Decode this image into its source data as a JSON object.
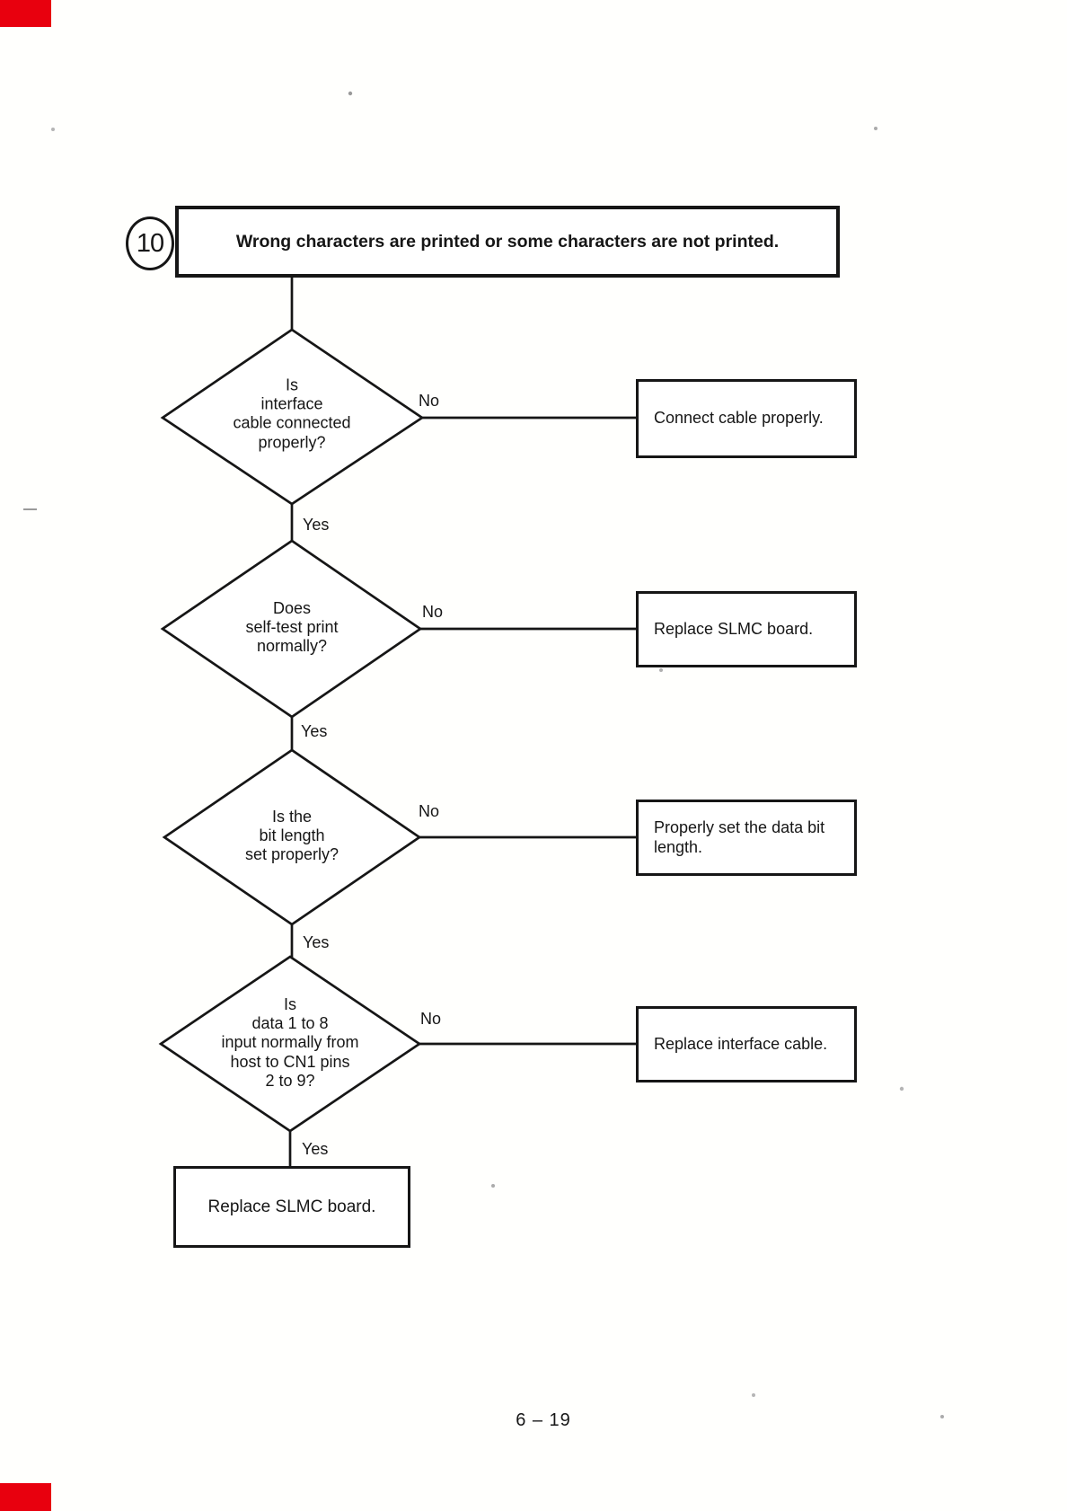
{
  "page": {
    "number": "6 – 19"
  },
  "flowchart": {
    "step_number": "10",
    "title": "Wrong characters are printed or some characters are not printed.",
    "decisions": [
      {
        "question": "Is\ninterface\ncable connected\nproperly?",
        "no_label": "No",
        "yes_label": "Yes",
        "no_action": "Connect cable properly."
      },
      {
        "question": "Does\nself-test print\nnormally?",
        "no_label": "No",
        "yes_label": "Yes",
        "no_action": "Replace SLMC board."
      },
      {
        "question": "Is the\nbit length\nset properly?",
        "no_label": "No",
        "yes_label": "Yes",
        "no_action": "Properly set the data bit length."
      },
      {
        "question": "Is\ndata 1 to 8\ninput normally from\nhost to CN1 pins\n2 to 9?",
        "no_label": "No",
        "yes_label": "Yes",
        "no_action": "Replace interface cable."
      }
    ],
    "final_action": "Replace SLMC board.",
    "colors": {
      "ink": "#161616",
      "red_edge_mark": "#e8000e"
    }
  }
}
